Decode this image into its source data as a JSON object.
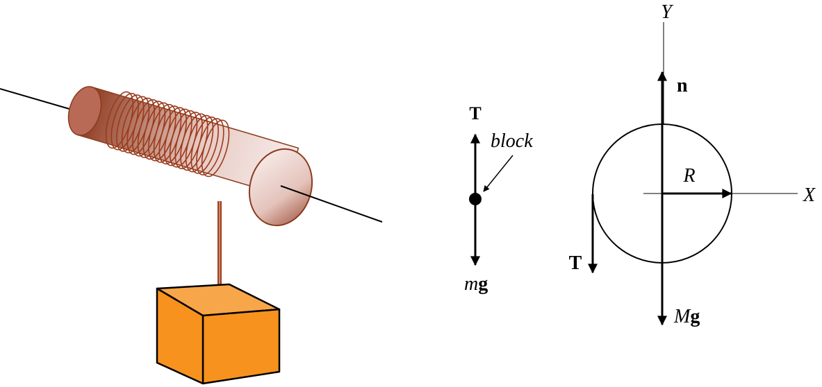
{
  "block_diagram": {
    "tension_label": "T",
    "block_label": "block",
    "weight_label_m": "m",
    "weight_label_g": "g"
  },
  "cylinder_diagram": {
    "y_axis_label": "Y",
    "x_axis_label": "X",
    "normal_label": "n",
    "radius_label": "R",
    "tension_label": "T",
    "weight_label_M": "M",
    "weight_label_g": "g"
  },
  "colors": {
    "cylinder_dark": "#8b3a1e",
    "cylinder_light": "#f3e6e3",
    "string": "#a0401f",
    "block_fill": "#f7921e",
    "line": "#000000"
  }
}
